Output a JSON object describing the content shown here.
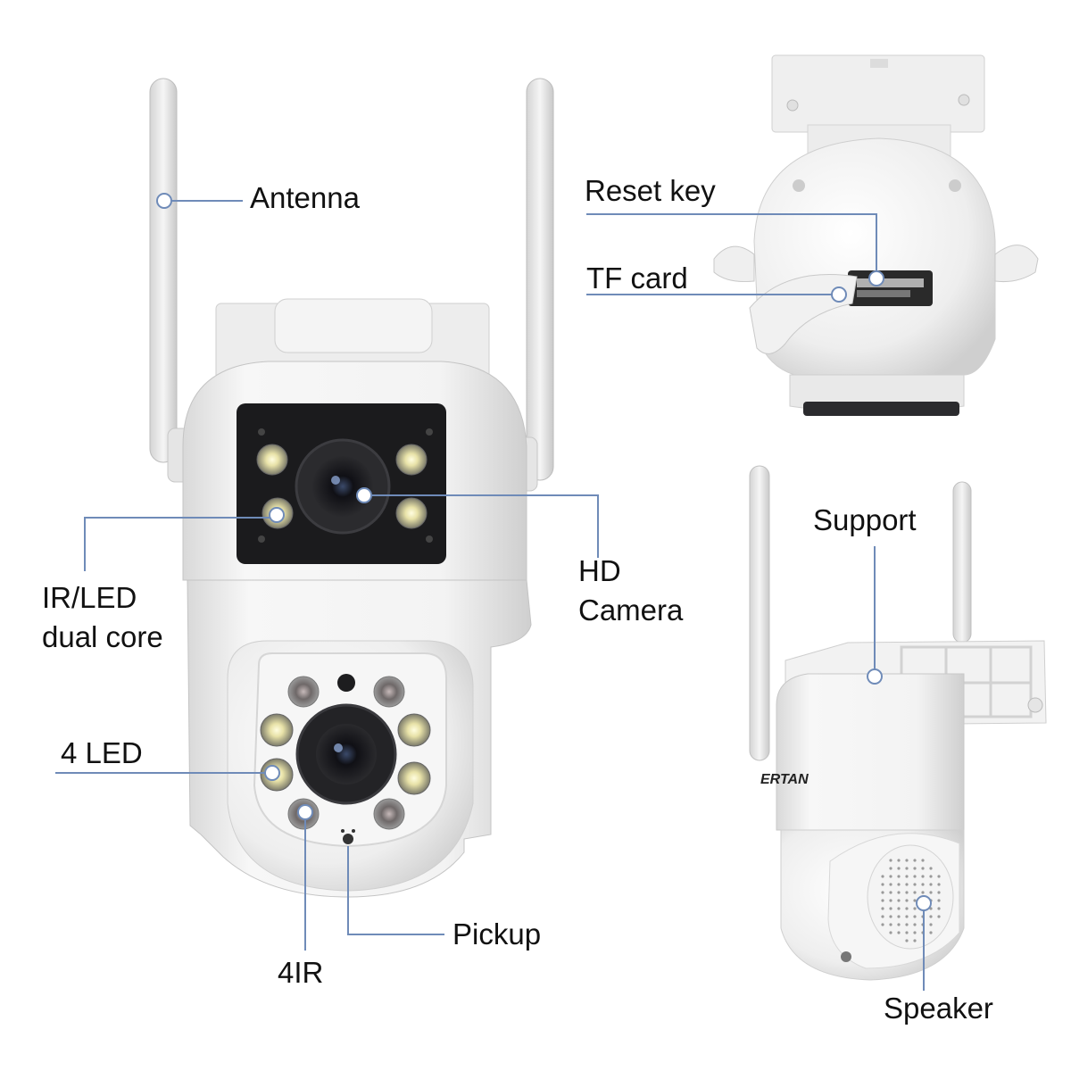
{
  "labels": {
    "antenna": "Antenna",
    "ir_led_line1": "IR/LED",
    "ir_led_line2": "dual core",
    "four_led": "4 LED",
    "four_ir": "4IR",
    "pickup": "Pickup",
    "hd_line1": "HD",
    "hd_line2": "Camera",
    "reset_key": "Reset key",
    "tf_card": "TF card",
    "support": "Support",
    "speaker": "Speaker"
  },
  "brand_fragment": "ERTAN",
  "colors": {
    "callout": "#6f8bb8",
    "body": "#f3f3f3",
    "lens_panel": "#1b1b1d"
  }
}
